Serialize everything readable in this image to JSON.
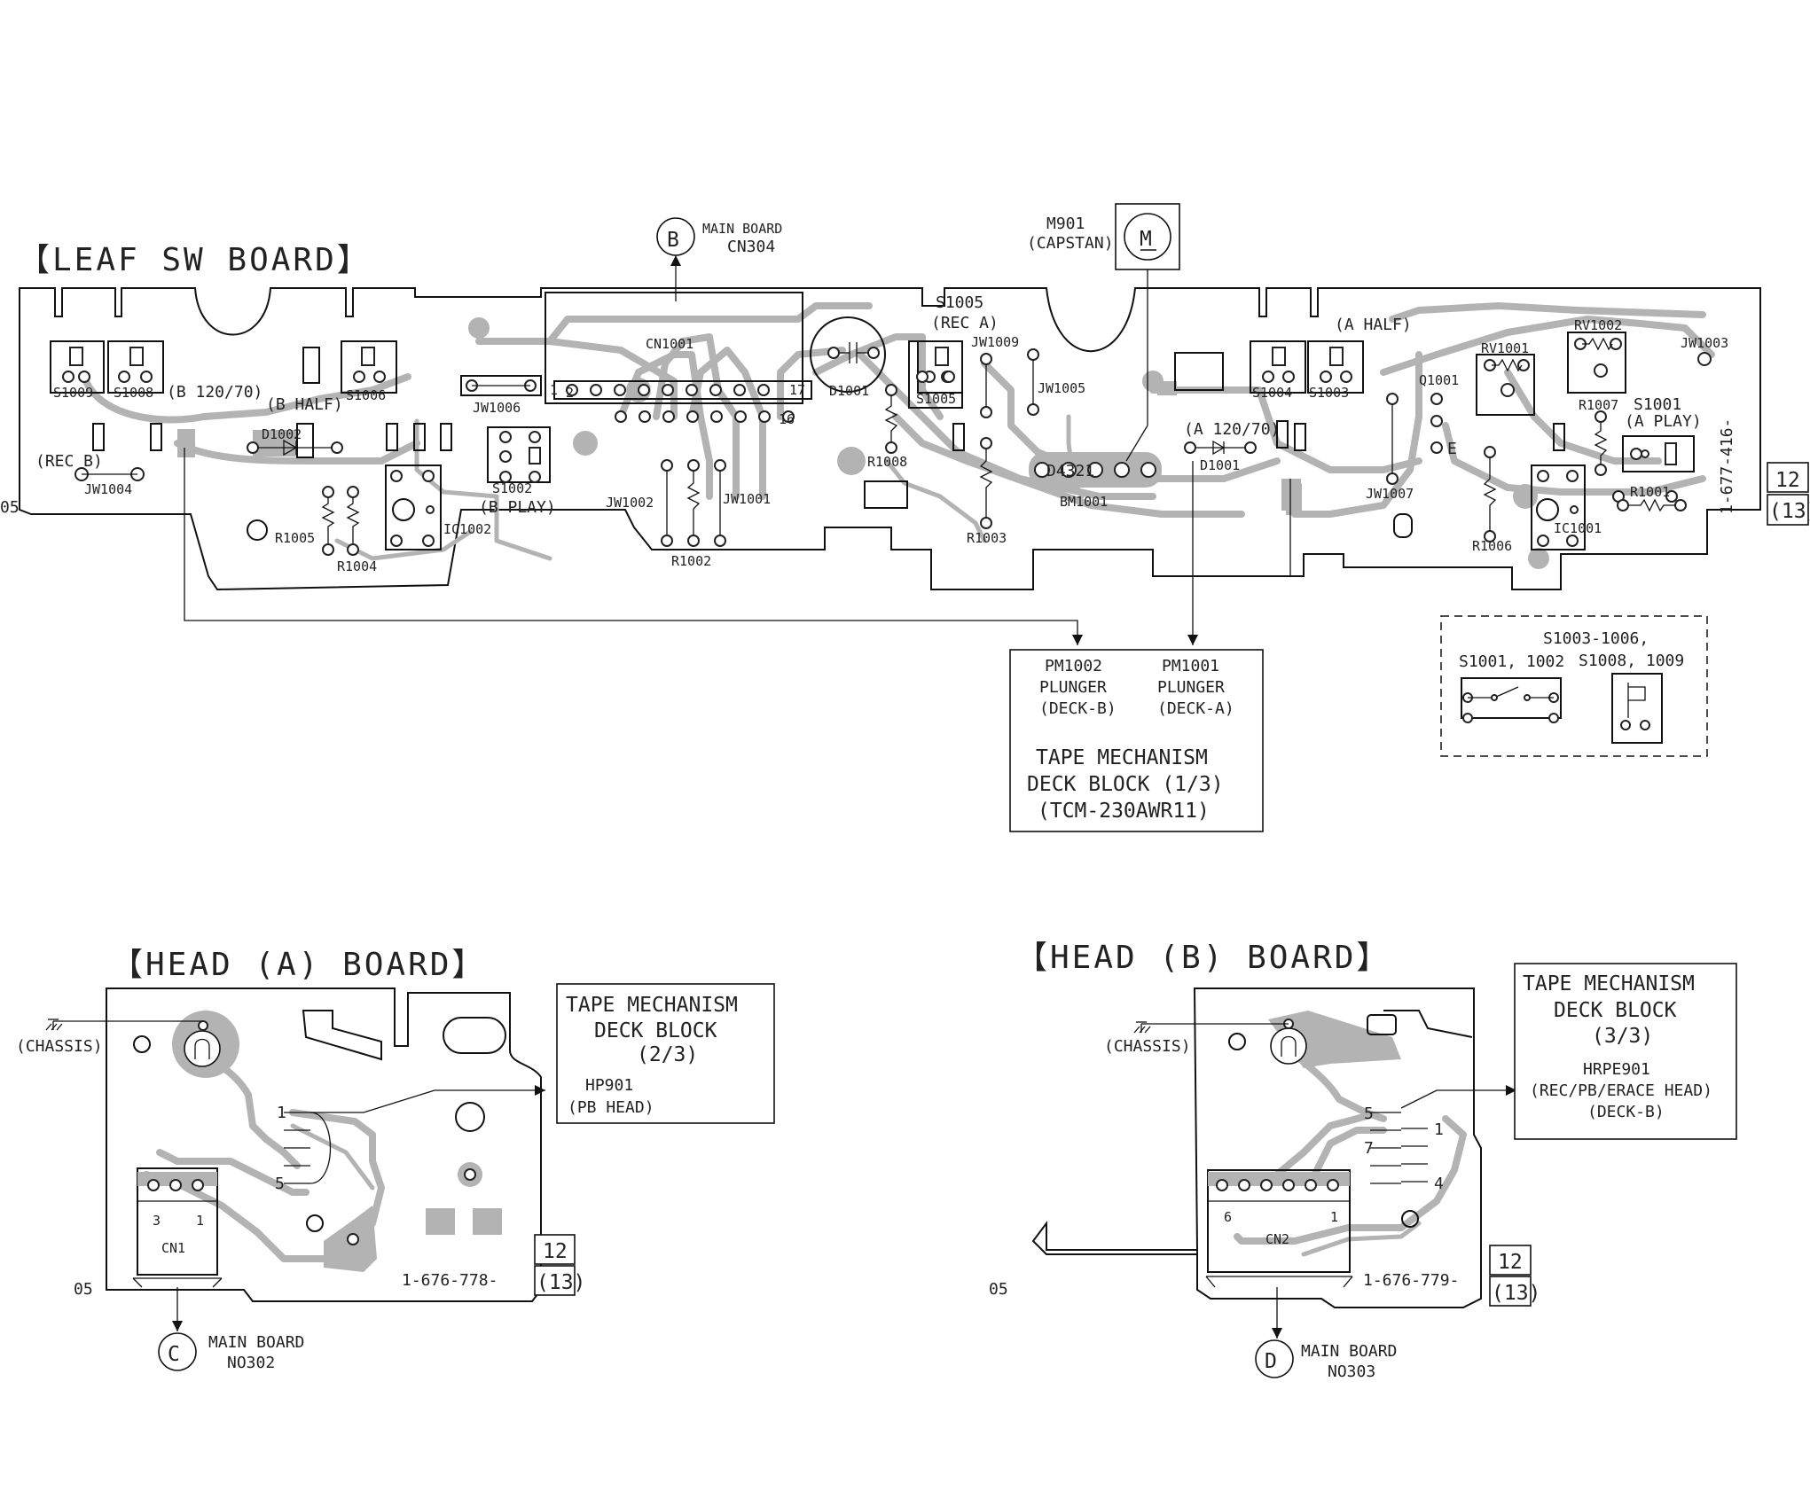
{
  "boards": {
    "leaf_sw": {
      "title": "【LEAF SW BOARD】",
      "part_number": "1-677-416-",
      "page_ref": [
        "12",
        "(13)"
      ],
      "side_mark": "05",
      "labels": {
        "s1009": "S1009",
        "s1008": "S1008",
        "b_120_70": "(B 120/70)",
        "b_half": "(B HALF)",
        "s1006": "S1006",
        "rec_b": "(REC B)",
        "jw1004": "JW1004",
        "d1002": "D1002",
        "jw1006": "JW1006",
        "s1002": "S1002",
        "b_play": "(B PLAY)",
        "ic1002": "IC1002",
        "r1005": "R1005",
        "r1004": "R1004",
        "cn1001": "CN1001",
        "pin2": "2",
        "pin1": "1",
        "pin17": "17",
        "pin16": "16",
        "jw1002": "JW1002",
        "jw1001": "JW1001",
        "r1002": "R1002",
        "d1001_top": "D1001",
        "r1008": "R1008",
        "s1005": "S1005",
        "rec_a": "(REC A)",
        "s1005_lower": "S1005",
        "jw1009": "JW1009",
        "jw1005": "JW1005",
        "r1003": "R1003",
        "bm1001": "BM1001",
        "a_120_70": "(A 120/70)",
        "d1001": "D1001",
        "s1004": "S1004",
        "s1003": "S1003",
        "a_half": "(A HALF)",
        "q1001": "Q1001",
        "e": "E",
        "jw1007": "JW1007",
        "rv1001": "RV1001",
        "rv1002": "RV1002",
        "jw1003": "JW1003",
        "r1007": "R1007",
        "s1001": "S1001",
        "a_play": "(A PLAY)",
        "r1001": "R1001",
        "r1006": "R1006",
        "ic1001": "IC1001",
        "bm_pins": "D4321"
      }
    },
    "head_a": {
      "title": "【HEAD (A)  BOARD】",
      "part_number": "1-676-778-",
      "page_ref": [
        "12",
        "(13)"
      ],
      "side_mark": "05",
      "labels": {
        "chassis": "(CHASSIS)",
        "cn1": "CN1",
        "pin3": "3",
        "pin1": "1",
        "lead1": "1",
        "lead5": "5"
      }
    },
    "head_b": {
      "title": "【HEAD (B)  BOARD】",
      "part_number": "1-676-779-",
      "page_ref": [
        "12",
        "(13)"
      ],
      "side_mark": "05",
      "labels": {
        "chassis": "(CHASSIS)",
        "cn2": "CN2",
        "pin6": "6",
        "pin1": "1",
        "lead5": "5",
        "lead7": "7",
        "lead1": "1",
        "lead4": "4"
      }
    }
  },
  "connectors": {
    "b": {
      "letter": "B",
      "line1": "MAIN BOARD",
      "line2": "CN304"
    },
    "c": {
      "letter": "C",
      "line1": "MAIN BOARD",
      "line2": "NO302"
    },
    "d": {
      "letter": "D",
      "line1": "MAIN BOARD",
      "line2": "NO303"
    }
  },
  "motor": {
    "ref": "M901",
    "name": "(CAPSTAN)",
    "symbol": "M"
  },
  "plunger_box": {
    "pm1002": [
      "PM1002",
      "PLUNGER",
      "(DECK-B)"
    ],
    "pm1001": [
      "PM1001",
      "PLUNGER",
      "(DECK-A)"
    ],
    "title": [
      "TAPE MECHANISM",
      "DECK BLOCK (1/3)",
      "(TCM-230AWR11)"
    ]
  },
  "head_a_box": {
    "title": [
      "TAPE MECHANISM",
      "DECK BLOCK",
      "(2/3)"
    ],
    "part": [
      "HP901",
      "(PB HEAD)"
    ]
  },
  "head_b_box": {
    "title": [
      "TAPE MECHANISM",
      "DECK BLOCK",
      "(3/3)"
    ],
    "part": [
      "HRPE901",
      "(REC/PB/ERACE HEAD)",
      "(DECK-B)"
    ]
  },
  "switch_legend": {
    "left": "S1001, 1002",
    "right_line1": "S1003-1006,",
    "right_line2": "S1008, 1009"
  }
}
